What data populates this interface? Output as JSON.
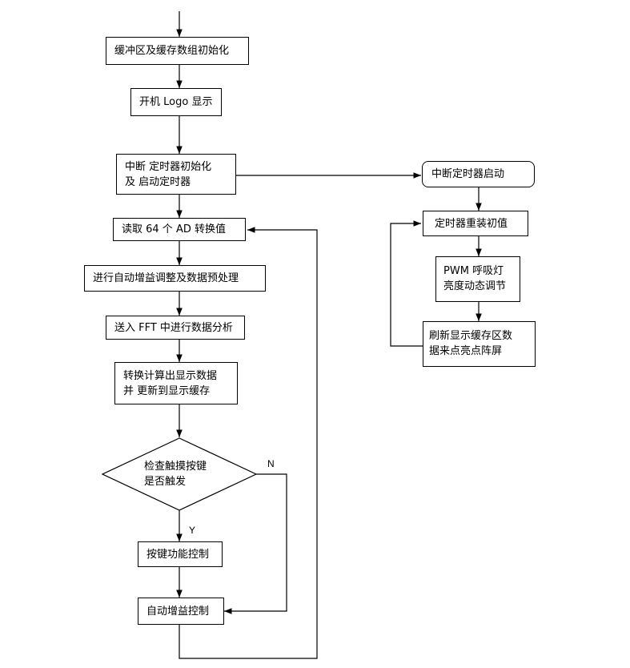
{
  "left": {
    "init_buffer": "缓冲区及缓存数组初始化",
    "logo": "开机 Logo 显示",
    "timer_init_1": "中断  定时器初始化",
    "timer_init_2": "及  启动定时器",
    "read_ad": "读取 64 个 AD 转换值",
    "gain_adjust": "进行自动增益调整及数据预处理",
    "fft": "送入 FFT 中进行数据分析",
    "compute_1": "转换计算出显示数据",
    "compute_2": "并  更新到显示缓存",
    "decision_1": "检查触摸按键",
    "decision_2": "是否触发",
    "no_label": "N",
    "yes_label": "Y",
    "key_control": "按键功能控制",
    "auto_gain": "自动增益控制"
  },
  "right": {
    "isr_start": "中断定时器启动",
    "reload": "定时器重装初值",
    "pwm_1": "PWM 呼吸灯",
    "pwm_2": "亮度动态调节",
    "refresh_1": "刷新显示缓存区数",
    "refresh_2": "据来点亮点阵屏"
  }
}
